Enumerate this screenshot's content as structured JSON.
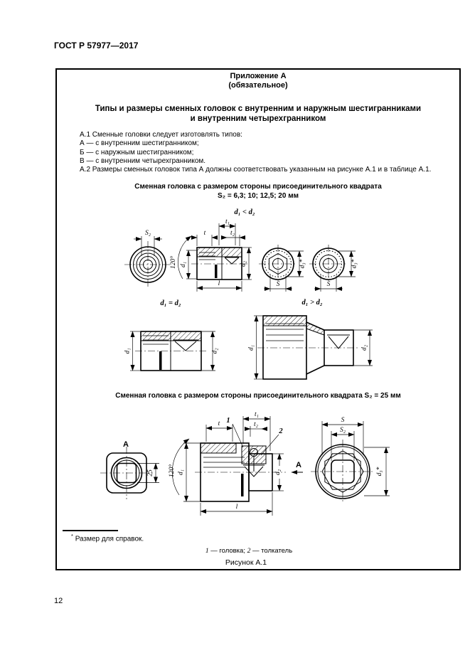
{
  "page": {
    "header": "ГОСТ Р 57977—2017",
    "number": "12"
  },
  "appendix": {
    "label": "Приложение А",
    "status": "(обязательное)",
    "title1": "Типы и размеры сменных головок с внутренним и наружным шестигранниками",
    "title2": "и внутренним четырехгранником"
  },
  "body": {
    "a1": "А.1 Сменные головки следует изготовлять типов:",
    "type_a": "А — с внутренним шестигранником;",
    "type_b": "Б — с наружным шестигранником;",
    "type_v": "В — с внутренним четырехгранником.",
    "a2": "А.2 Размеры сменных головок типа А должны соответствовать указанным на рисунке А.1 и в таблице А.1."
  },
  "fig_small": {
    "caption1": "Сменная головка с размером стороны присоединительного квадрата",
    "caption2": "S₂ = 6,3; 10; 12,5; 20 мм",
    "cond_lt": "d₁ < d₂",
    "cond_eq": "d₁ = d₂",
    "cond_gt": "d₁ > d₂"
  },
  "fig_25": {
    "caption": "Сменная головка с размером стороны присоединительного квадрата S₂ = 25 мм",
    "square_side": "25",
    "view_label": "А"
  },
  "dims": {
    "s2": "S₂",
    "s": "S",
    "t": "t",
    "t1": "t₁",
    "t2": "t₂",
    "l": "l",
    "d1": "d₁",
    "d2": "d₂",
    "d3": "d₃*",
    "angle": "120°"
  },
  "callouts": {
    "head_num": "1",
    "pusher_num": "2"
  },
  "footer": {
    "footnote_marker": "*",
    "footnote": "Размер для справок.",
    "legend_1num": "1",
    "legend_1": " — головка; ",
    "legend_2num": "2",
    "legend_2": " — толкатель",
    "figure_caption": "Рисунок А.1"
  }
}
